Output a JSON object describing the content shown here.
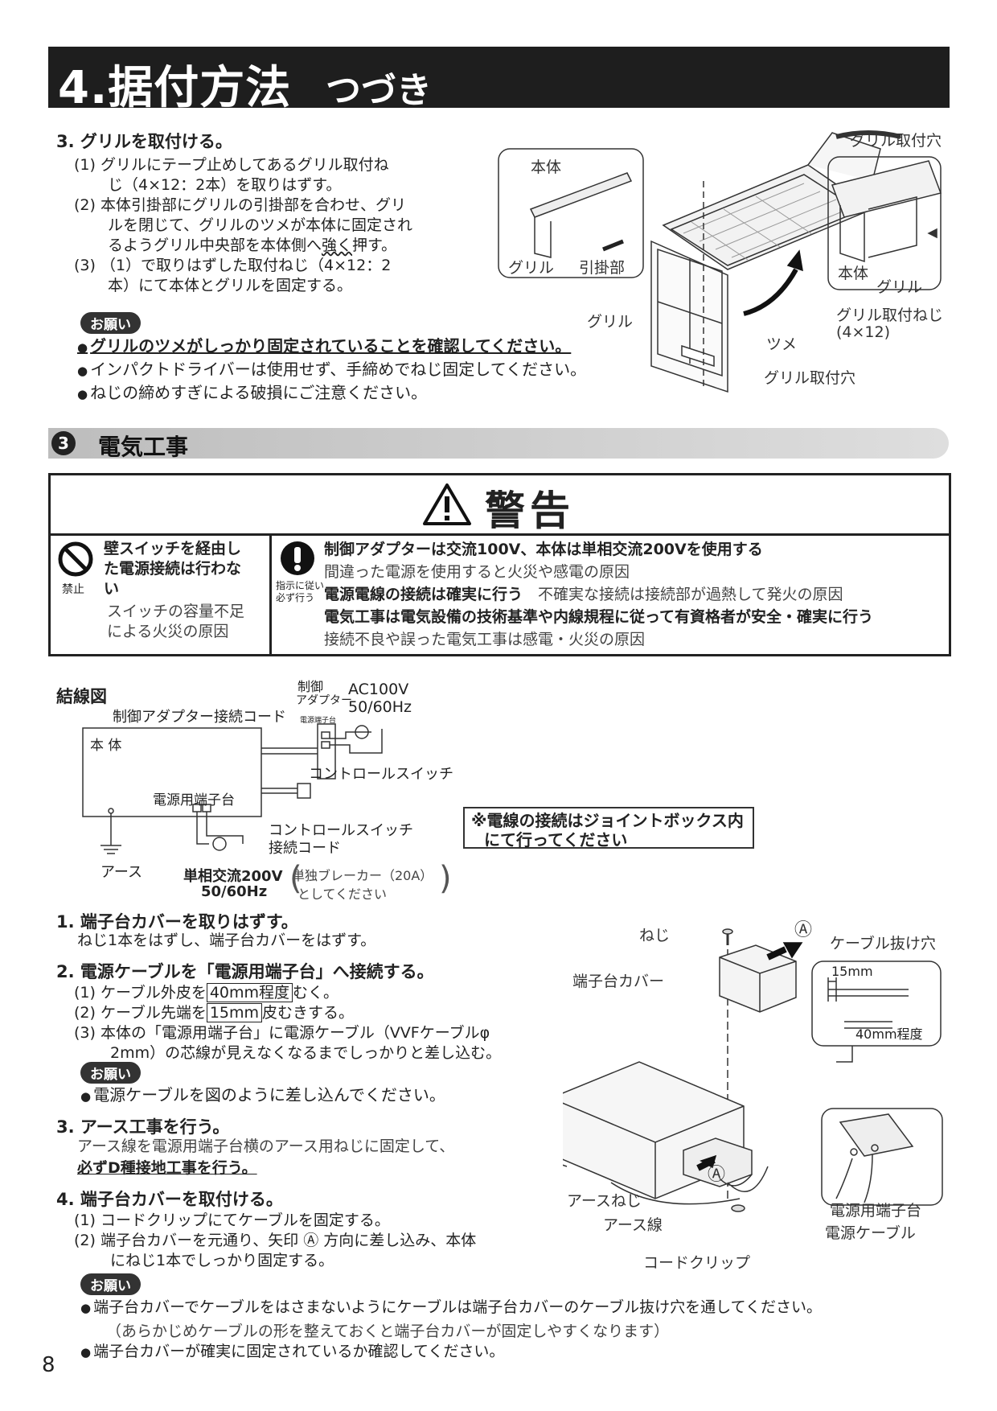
{
  "header": {
    "title": "4.据付方法",
    "subtitle": "つづき"
  },
  "grille": {
    "heading": "3. グリルを取付ける。",
    "steps": [
      "(1) グリルにテープ止めしてあるグリル取付ね",
      "じ（4×12：2本）を取りはずす。",
      "(2) 本体引掛部にグリルの引掛部を合わせ、グリ",
      "ルを閉じて、グリルのツメが本体に固定され",
      "るようグリル中央部を本体側へ",
      "強く",
      "押す。",
      "(3) （1）で取りはずした取付ねじ（4×12：2",
      "本）にて本体とグリルを固定する。"
    ],
    "onegai": "お願い",
    "bullets": [
      "グリルのツメがしっかり固定されていることを確認してください。",
      "インパクトドライバーは使用せず、手締めでねじ固定してください。",
      "ねじの締めすぎによる破損にご注意ください。"
    ],
    "figure_labels": {
      "hontai1": "本体",
      "grill1": "グリル",
      "hikakebu": "引掛部",
      "grill2": "グリル",
      "tsume": "ツメ",
      "ana1": "グリル取付穴",
      "ana2": "グリル取付穴",
      "hontai2": "本体",
      "grill3": "グリル",
      "neji": "グリル取付ねじ",
      "neji_size": "(4×12)"
    }
  },
  "section3": {
    "num": "3",
    "title": "電気工事"
  },
  "warning": {
    "title": "警告",
    "prohibit_label": "禁止",
    "prohibit_lines": [
      "壁スイッチを経由し",
      "た電源接続は行わな",
      "い"
    ],
    "prohibit_reason": [
      "スイッチの容量不足",
      "による火災の原因"
    ],
    "instruct_label1": "指示に従い",
    "instruct_label2": "必ず行う",
    "lines": [
      {
        "bold": "制御アダプターは交流100V、本体は単相交流200Vを使用する",
        "normal": ""
      },
      {
        "bold": "",
        "normal": "間違った電源を使用すると火災や感電の原因"
      },
      {
        "bold": "電源電線の接続は確実に行う",
        "normal": "不確実な接続は接続部が過熱して発火の原因"
      },
      {
        "bold": "電気工事は電気設備の技術基準や内線規程に従って有資格者が安全・確実に行う",
        "normal": ""
      },
      {
        "bold": "",
        "normal": "接続不良や誤った電気工事は感電・火災の原因"
      }
    ]
  },
  "wiring": {
    "title": "結線図",
    "adapter_cord": "制御アダプター接続コード",
    "adapter1": "制御",
    "adapter2": "アダプター",
    "adapter_term": "電源端子台",
    "ac": "AC100V",
    "freq1": "50/60Hz",
    "hontai": "本 体",
    "control_switch": "コントロールスイッチ",
    "terminal": "電源用端子台",
    "cs_cord1": "コントロールスイッチ",
    "cs_cord2": "接続コード",
    "earth": "アース",
    "power": "単相交流200V",
    "freq2": "50/60Hz",
    "breaker1": "単独ブレーカー（20A）",
    "breaker2": "としてください",
    "note1": "※電線の接続はジョイントボックス内",
    "note2": "にて行ってください"
  },
  "steps": {
    "s1_head": "1. 端子台カバーを取りはずす。",
    "s1_body": "ねじ1本をはずし、端子台カバーをはずす。",
    "s2_head": "2. 電源ケーブルを「電源用端子台」へ接続する。",
    "s2_1a": "(1) ケーブル外皮を",
    "s2_1b": "40mm程度",
    "s2_1c": "むく。",
    "s2_2a": "(2) ケーブル先端を",
    "s2_2b": "15mm",
    "s2_2c": "皮むきする。",
    "s2_3a": "(3) 本体の「電源用端子台」に電源ケーブル（VVFケーブルφ",
    "s2_3b": "2mm）の芯線が見えなくなるまでしっかりと差し込む。",
    "onegai": "お願い",
    "s2_bullet": "電源ケーブルを図のように差し込んでください。",
    "s3_head": "3. アース工事を行う。",
    "s3_body1": "アース線を電源用端子台横のアース用ねじに固定して、",
    "s3_body2": "必ずD種接地工事を行う。",
    "s4_head": "4. 端子台カバーを取付ける。",
    "s4_1": "(1) コードクリップにてケーブルを固定する。",
    "s4_2a": "(2) 端子台カバーを元通り、矢印 Ⓐ 方向に差し込み、本体",
    "s4_2b": "にねじ1本でしっかり固定する。",
    "b1a": "端子台カバーでケーブルをはさまないようにケーブルは端子台カバーのケーブル抜け穴を通してください。",
    "b1b": "（あらかじめケーブルの形を整えておくと端子台カバーが固定しやすくなります）",
    "b2": "端子台カバーが確実に固定されているか確認してください。"
  },
  "fig2": {
    "neji": "ねじ",
    "a1": "Ⓐ",
    "kenuke": "ケーブル抜け穴",
    "cover": "端子台カバー",
    "mm15": "15mm",
    "mm40": "40mm程度",
    "a2": "Ⓐ",
    "earth_screw": "アースねじ",
    "earth_wire": "アース線",
    "clip": "コードクリップ",
    "terminal": "電源用端子台",
    "cable": "電源ケーブル"
  },
  "page_number": "8"
}
